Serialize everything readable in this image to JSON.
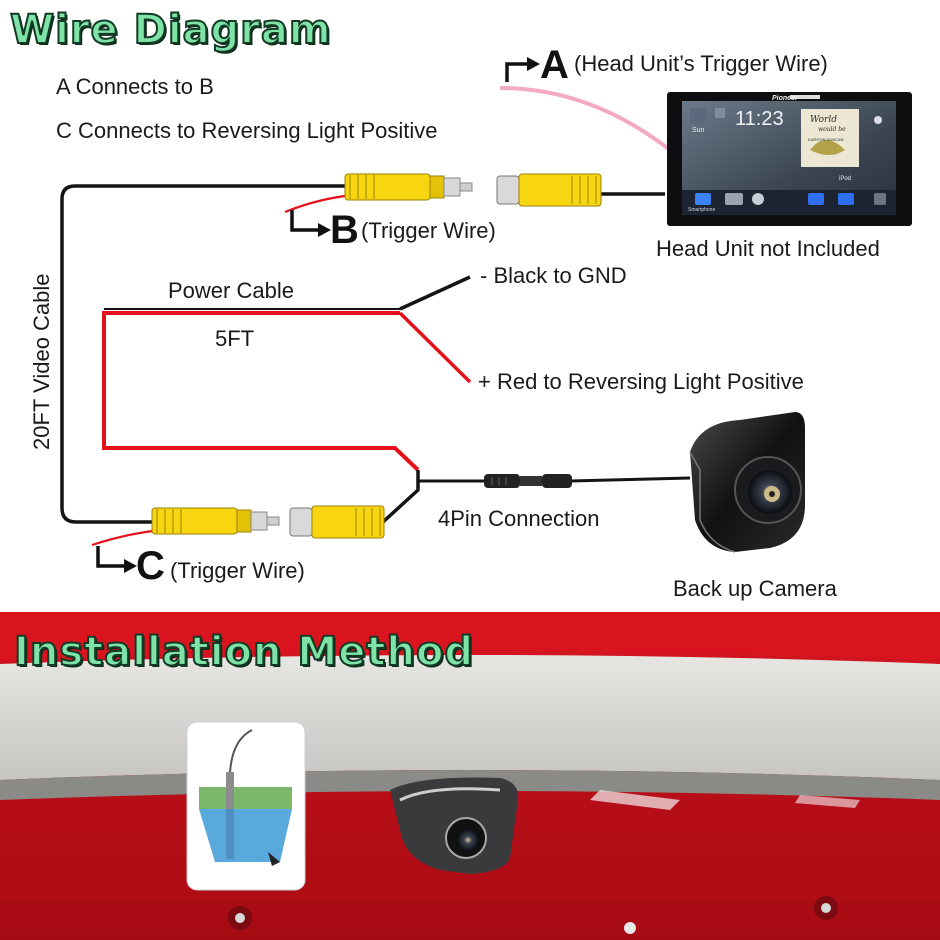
{
  "titles": {
    "wire": "Wire Diagram",
    "install": "Installation Method"
  },
  "notes": {
    "a_to_b": "A Connects to B",
    "c_to_rev": "C Connects to Reversing Light Positive"
  },
  "labels": {
    "letter_a": "A",
    "head_trigger": "(Head Unit’s Trigger Wire)",
    "letter_b": "B",
    "trigger_b": "(Trigger Wire)",
    "letter_c": "C",
    "trigger_c": "(Trigger Wire)",
    "head_unit": "Head Unit not Included",
    "video_cable": "20FT Video Cable",
    "power_cable": "Power Cable",
    "length_5ft": "5FT",
    "black_gnd": "- Black to GND",
    "red_rev": "+ Red to Reversing Light Positive",
    "four_pin": "4Pin Connection",
    "camera": "Back up Camera"
  },
  "screen": {
    "brand": "Pioneer",
    "time": "11:23",
    "day": "Sun",
    "album_line1": "World",
    "album_line2": "would be",
    "album_artist": "KARSTIN DUNCAN",
    "dock_left": "Smartphone",
    "dock_right": "iPod"
  },
  "colors": {
    "title_fill": "#7fe3a8",
    "title_outline": "#123a24",
    "wire_red": "#e5101a",
    "wire_black": "#141414",
    "wire_pink": "#f3a8c4",
    "rca_yellow": "#f7d511",
    "car_red": "#c8101c"
  },
  "icons": [
    "arrow-a-icon",
    "arrow-b-icon",
    "arrow-c-icon",
    "rca-plug-icon",
    "rca-jack-icon",
    "camera-icon",
    "head-unit-icon",
    "mount-diagram-icon"
  ]
}
